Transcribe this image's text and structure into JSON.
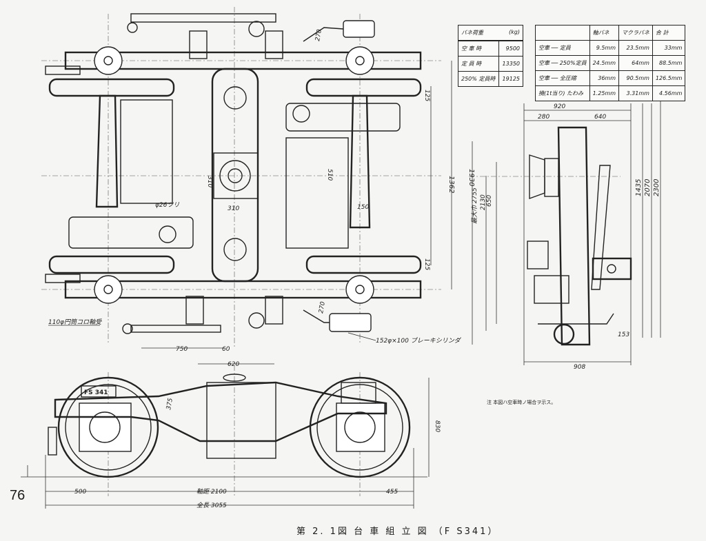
{
  "page_number": "76",
  "caption": "第 2. 1図  台 車 組 立 図 （F S341）",
  "note": "注  本図ハ空車時ノ場合ヲ示ス。",
  "spring_load_table": {
    "title": "バネ荷重",
    "unit": "(kg)",
    "rows": [
      {
        "label": "空 車 時",
        "value": "9500"
      },
      {
        "label": "定 員 時",
        "value": "13350"
      },
      {
        "label": "250% 定員時",
        "value": "19125"
      }
    ]
  },
  "deflection_table": {
    "headers": [
      "",
      "軸バネ",
      "マクラバネ",
      "合 計"
    ],
    "rows": [
      [
        "空車 ── 定員",
        "9.5mm",
        "23.5mm",
        "33mm"
      ],
      [
        "空車 ── 250%定員",
        "24.5mm",
        "64mm",
        "88.5mm"
      ],
      [
        "空車 ── 全圧縮",
        "36mm",
        "90.5mm",
        "126.5mm"
      ],
      [
        "撓(1t当り) たわみ",
        "1.25mm",
        "3.31mm",
        "4.56mm"
      ]
    ]
  },
  "plan_view": {
    "bearing_label": "110φ円筒コロ軸受",
    "brake_cylinder_label": "152φ×100 ブレーキシリンダ",
    "hanger_label": "φ26ツリ",
    "dims": {
      "d750": "750",
      "d60": "60",
      "d1930": "1930",
      "d1362": "1362",
      "d125a": "125",
      "d125b": "125",
      "d510": "510",
      "d310a": "310",
      "d310b": "310",
      "d270a": "270",
      "d270b": "270",
      "d150": "150"
    }
  },
  "side_view": {
    "dims": {
      "d920": "920",
      "d280": "280",
      "d640": "640",
      "d908": "908",
      "d153": "153",
      "d1435": "1435",
      "d2070": "2070",
      "d2300": "2300",
      "d2755": "最大巾 2755",
      "d2130": "2130",
      "d650": "650"
    }
  },
  "elevation": {
    "plate": "FS 341",
    "dims": {
      "d620": "620",
      "d830": "830",
      "d500": "500",
      "wheelbase": "軸距 2100",
      "d455": "455",
      "overall": "全長 3055",
      "d375": "375"
    }
  }
}
